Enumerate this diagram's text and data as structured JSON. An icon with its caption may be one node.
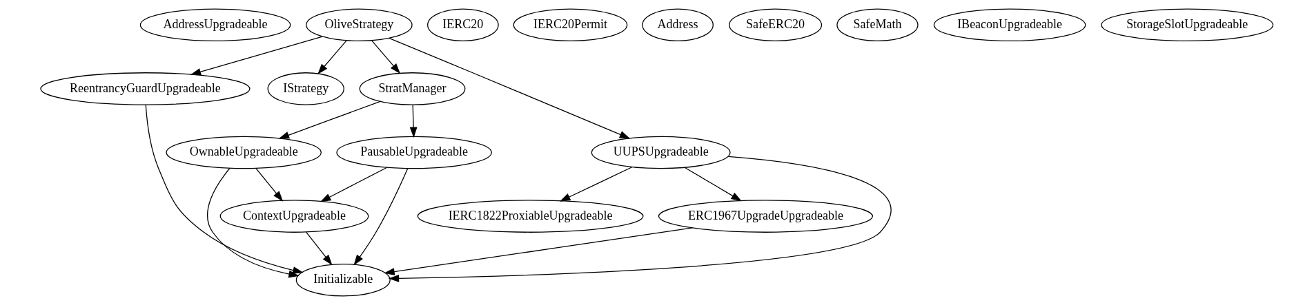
{
  "diagram": {
    "nodes": [
      {
        "text": [
          "AddressUpgradeable"
        ]
      },
      {
        "text": [
          "OliveStrategy"
        ]
      },
      {
        "text": [
          "IERC20"
        ]
      },
      {
        "text": [
          "IERC20Permit"
        ]
      },
      {
        "text": [
          "Address"
        ]
      },
      {
        "text": [
          "SafeERC20"
        ]
      },
      {
        "text": [
          "SafeMath"
        ]
      },
      {
        "text": [
          "IBeaconUpgradeable"
        ]
      },
      {
        "text": [
          "StorageSlotUpgradeable"
        ]
      },
      {
        "text": [
          "ReentrancyGuardUpgradeable"
        ]
      },
      {
        "text": [
          "IStrategy"
        ]
      },
      {
        "text": [
          "StratManager"
        ]
      },
      {
        "text": [
          "OwnableUpgradeable"
        ]
      },
      {
        "text": [
          "PausableUpgradeable"
        ]
      },
      {
        "text": [
          "UUPSUpgradeable"
        ]
      },
      {
        "text": [
          "ContextUpgradeable"
        ]
      },
      {
        "text": [
          "IERC1822ProxiableUpgradeable"
        ]
      },
      {
        "text": [
          "ERC1967UpgradeUpgradeable"
        ]
      },
      {
        "text": [
          "Initializable"
        ]
      }
    ],
    "edges": [
      {
        "from": 1,
        "to": 9,
        "arrow": "to"
      },
      {
        "from": 1,
        "to": 10,
        "arrow": "to"
      },
      {
        "from": 1,
        "to": 11,
        "arrow": "to"
      },
      {
        "from": 1,
        "to": 14,
        "arrow": "to"
      },
      {
        "from": 9,
        "to": 18,
        "arrow": "to"
      },
      {
        "from": 11,
        "to": 12,
        "arrow": "to"
      },
      {
        "from": 11,
        "to": 13,
        "arrow": "to"
      },
      {
        "from": 12,
        "to": 15,
        "arrow": "to"
      },
      {
        "from": 12,
        "to": 18,
        "arrow": "to"
      },
      {
        "from": 13,
        "to": 15,
        "arrow": "to"
      },
      {
        "from": 13,
        "to": 18,
        "arrow": "to"
      },
      {
        "from": 14,
        "to": 18,
        "arrow": "to"
      },
      {
        "from": 14,
        "to": 16,
        "arrow": "to"
      },
      {
        "from": 14,
        "to": 17,
        "arrow": "to"
      },
      {
        "from": 15,
        "to": 18,
        "arrow": "to"
      },
      {
        "from": 17,
        "to": 18,
        "arrow": "to"
      }
    ]
  }
}
